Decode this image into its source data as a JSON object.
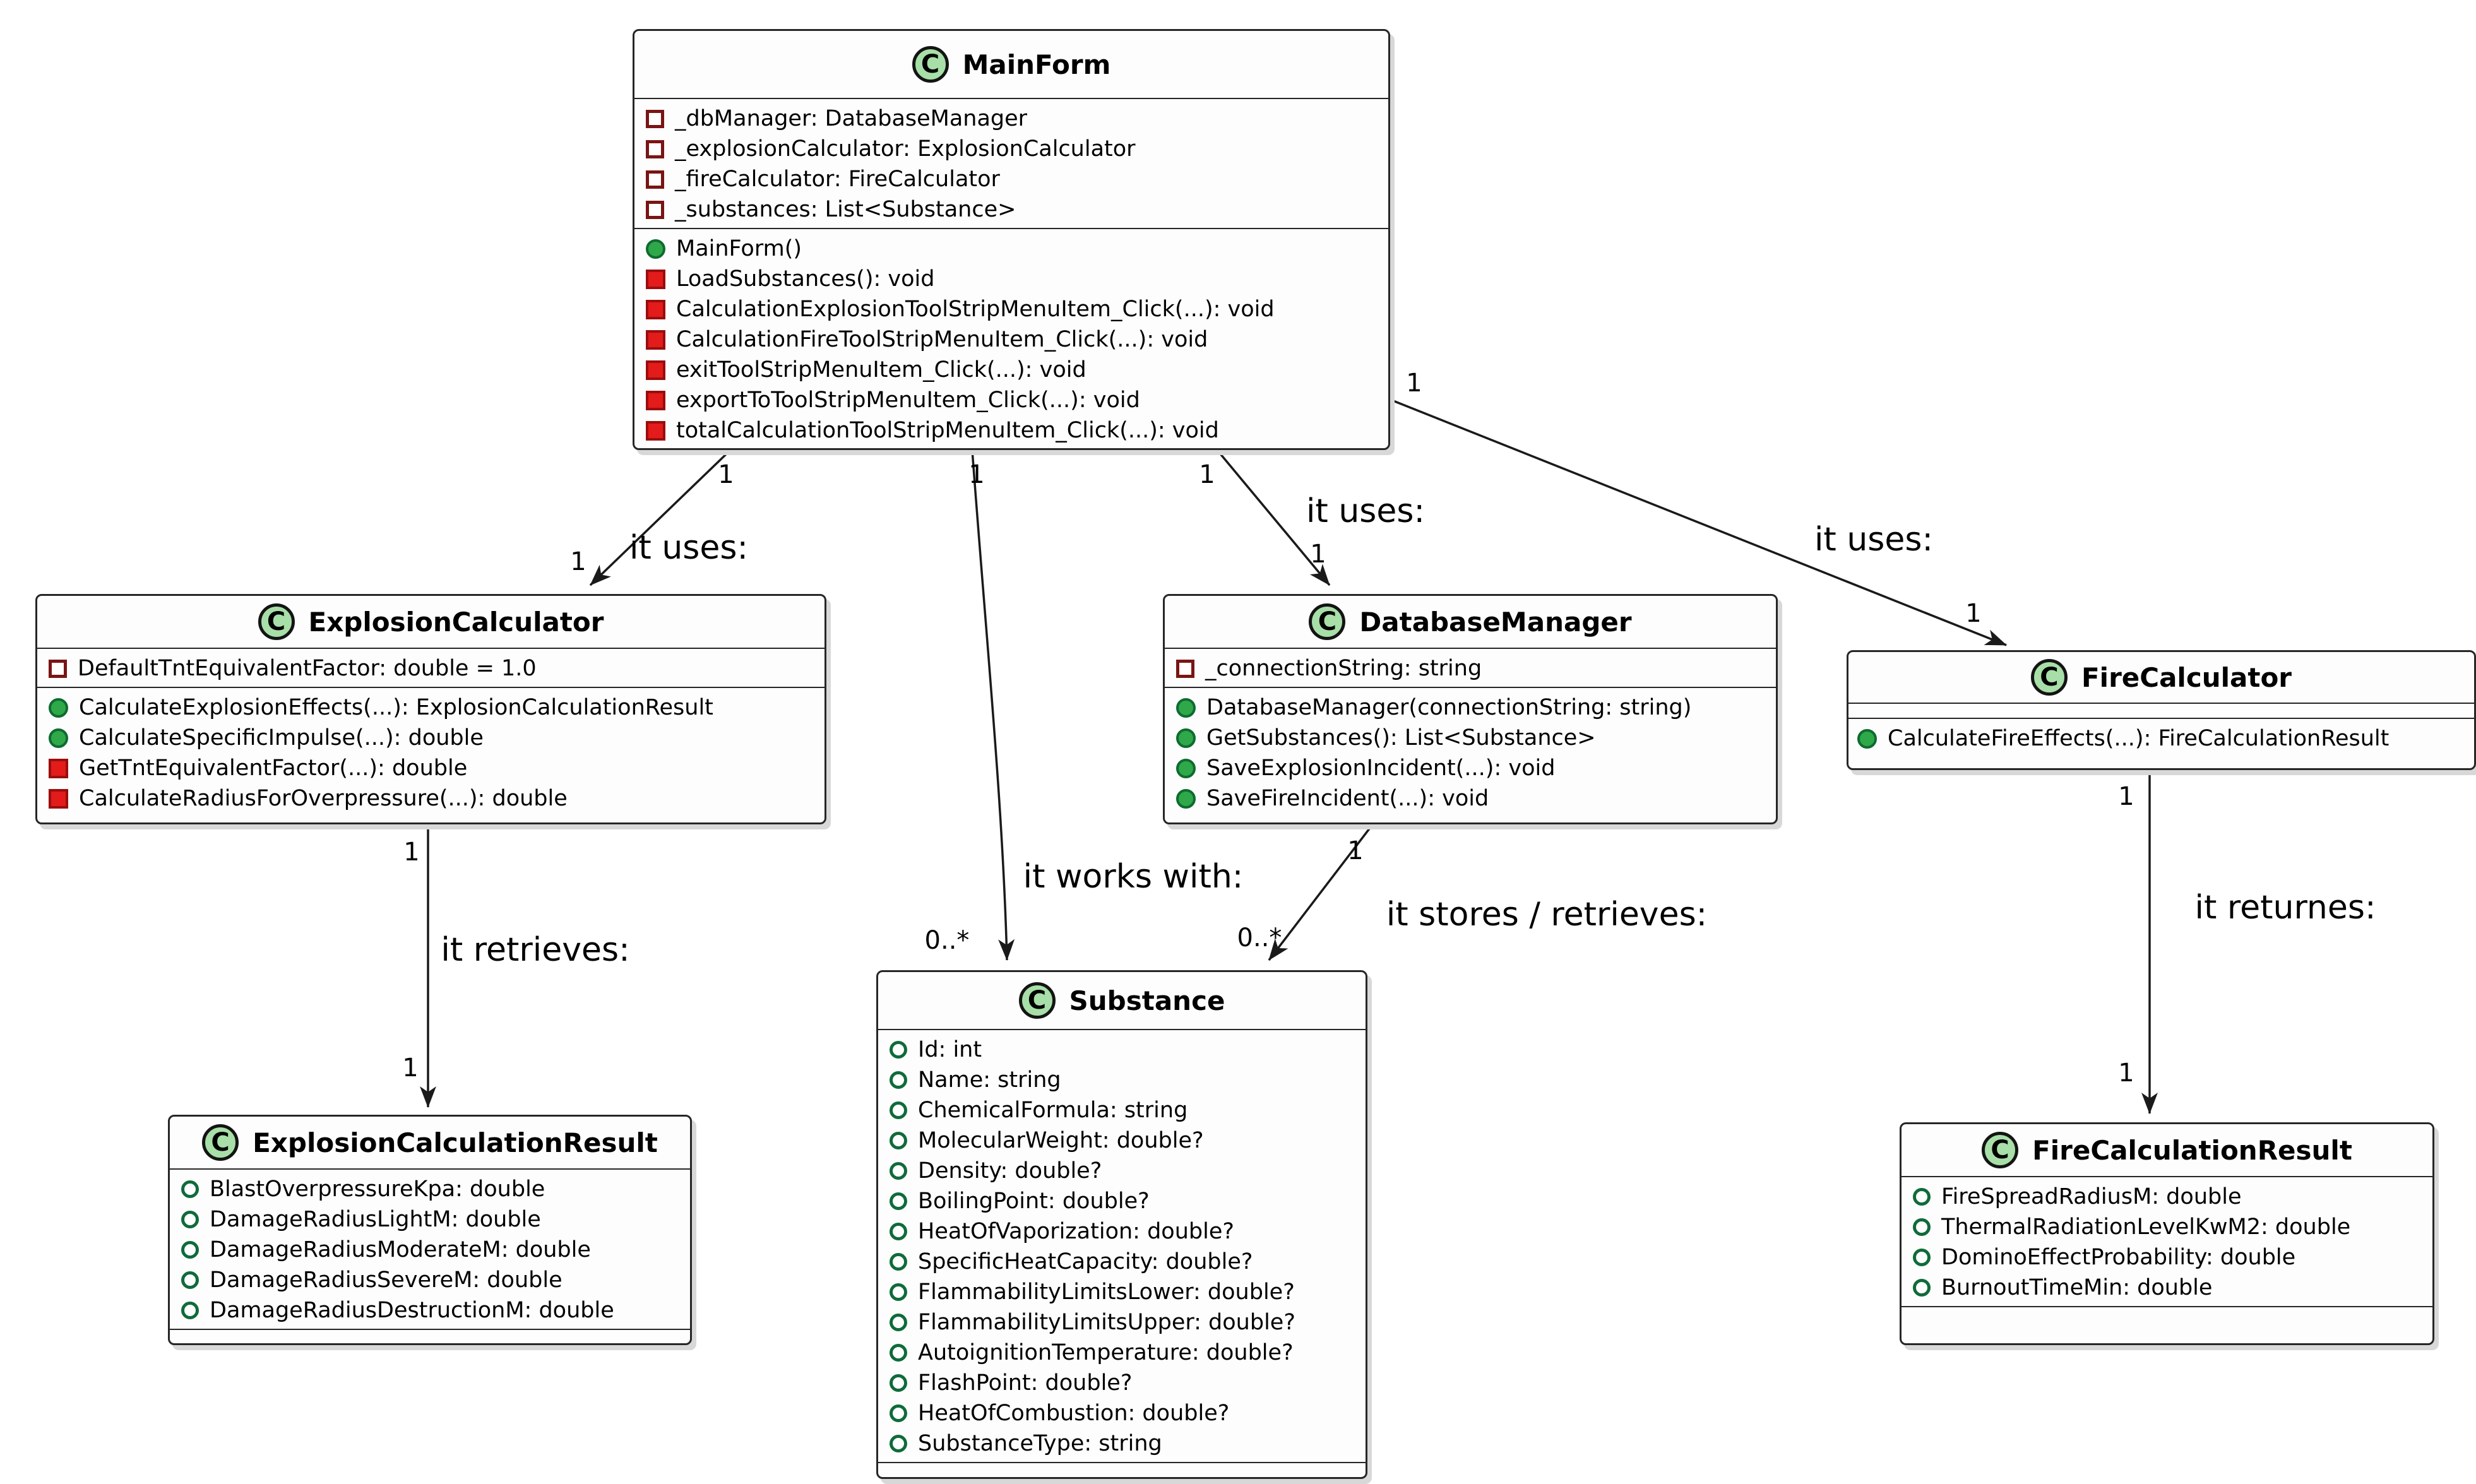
{
  "diagram": {
    "class_icon_letter": "C",
    "classes": [
      {
        "name": "MainForm",
        "fields": [
          {
            "kind": "field",
            "visibility": "private",
            "text": "_dbManager: DatabaseManager"
          },
          {
            "kind": "field",
            "visibility": "private",
            "text": "_explosionCalculator: ExplosionCalculator"
          },
          {
            "kind": "field",
            "visibility": "private",
            "text": "_fireCalculator: FireCalculator"
          },
          {
            "kind": "field",
            "visibility": "private",
            "text": "_substances: List<Substance>"
          }
        ],
        "methods": [
          {
            "kind": "method",
            "visibility": "public",
            "text": "MainForm()"
          },
          {
            "kind": "method",
            "visibility": "private",
            "text": "LoadSubstances(): void"
          },
          {
            "kind": "method",
            "visibility": "private",
            "text": "CalculationExplosionToolStripMenuItem_Click(...): void"
          },
          {
            "kind": "method",
            "visibility": "private",
            "text": "CalculationFireToolStripMenuItem_Click(...): void"
          },
          {
            "kind": "method",
            "visibility": "private",
            "text": "exitToolStripMenuItem_Click(...): void"
          },
          {
            "kind": "method",
            "visibility": "private",
            "text": "exportToToolStripMenuItem_Click(...): void"
          },
          {
            "kind": "method",
            "visibility": "private",
            "text": "totalCalculationToolStripMenuItem_Click(...): void"
          }
        ]
      },
      {
        "name": "ExplosionCalculator",
        "fields": [
          {
            "kind": "field",
            "visibility": "private",
            "text": "DefaultTntEquivalentFactor: double = 1.0"
          }
        ],
        "methods": [
          {
            "kind": "method",
            "visibility": "public",
            "text": "CalculateExplosionEffects(...): ExplosionCalculationResult"
          },
          {
            "kind": "method",
            "visibility": "public",
            "text": "CalculateSpecificImpulse(...): double"
          },
          {
            "kind": "method",
            "visibility": "private",
            "text": "GetTntEquivalentFactor(...): double"
          },
          {
            "kind": "method",
            "visibility": "private",
            "text": "CalculateRadiusForOverpressure(...): double"
          }
        ]
      },
      {
        "name": "DatabaseManager",
        "fields": [
          {
            "kind": "field",
            "visibility": "private",
            "text": "_connectionString: string"
          }
        ],
        "methods": [
          {
            "kind": "method",
            "visibility": "public",
            "text": "DatabaseManager(connectionString: string)"
          },
          {
            "kind": "method",
            "visibility": "public",
            "text": "GetSubstances(): List<Substance>"
          },
          {
            "kind": "method",
            "visibility": "public",
            "text": "SaveExplosionIncident(...): void"
          },
          {
            "kind": "method",
            "visibility": "public",
            "text": "SaveFireIncident(...): void"
          }
        ]
      },
      {
        "name": "FireCalculator",
        "fields": [],
        "methods": [
          {
            "kind": "method",
            "visibility": "public",
            "text": "CalculateFireEffects(...): FireCalculationResult"
          }
        ]
      },
      {
        "name": "ExplosionCalculationResult",
        "fields": [
          {
            "kind": "field",
            "visibility": "public",
            "text": "BlastOverpressureKpa: double"
          },
          {
            "kind": "field",
            "visibility": "public",
            "text": "DamageRadiusLightM: double"
          },
          {
            "kind": "field",
            "visibility": "public",
            "text": "DamageRadiusModerateM: double"
          },
          {
            "kind": "field",
            "visibility": "public",
            "text": "DamageRadiusSevereM: double"
          },
          {
            "kind": "field",
            "visibility": "public",
            "text": "DamageRadiusDestructionM: double"
          }
        ],
        "methods": []
      },
      {
        "name": "Substance",
        "fields": [
          {
            "kind": "field",
            "visibility": "public",
            "text": "Id: int"
          },
          {
            "kind": "field",
            "visibility": "public",
            "text": "Name: string"
          },
          {
            "kind": "field",
            "visibility": "public",
            "text": "ChemicalFormula: string"
          },
          {
            "kind": "field",
            "visibility": "public",
            "text": "MolecularWeight: double?"
          },
          {
            "kind": "field",
            "visibility": "public",
            "text": "Density: double?"
          },
          {
            "kind": "field",
            "visibility": "public",
            "text": "BoilingPoint: double?"
          },
          {
            "kind": "field",
            "visibility": "public",
            "text": "HeatOfVaporization: double?"
          },
          {
            "kind": "field",
            "visibility": "public",
            "text": "SpecificHeatCapacity: double?"
          },
          {
            "kind": "field",
            "visibility": "public",
            "text": "FlammabilityLimitsLower: double?"
          },
          {
            "kind": "field",
            "visibility": "public",
            "text": "FlammabilityLimitsUpper: double?"
          },
          {
            "kind": "field",
            "visibility": "public",
            "text": "AutoignitionTemperature: double?"
          },
          {
            "kind": "field",
            "visibility": "public",
            "text": "FlashPoint: double?"
          },
          {
            "kind": "field",
            "visibility": "public",
            "text": "HeatOfCombustion: double?"
          },
          {
            "kind": "field",
            "visibility": "public",
            "text": "SubstanceType: string"
          }
        ],
        "methods": []
      },
      {
        "name": "FireCalculationResult",
        "fields": [
          {
            "kind": "field",
            "visibility": "public",
            "text": "FireSpreadRadiusM: double"
          },
          {
            "kind": "field",
            "visibility": "public",
            "text": "ThermalRadiationLevelKwM2: double"
          },
          {
            "kind": "field",
            "visibility": "public",
            "text": "DominoEffectProbability: double"
          },
          {
            "kind": "field",
            "visibility": "public",
            "text": "BurnoutTimeMin: double"
          }
        ],
        "methods": []
      }
    ],
    "edges": [
      {
        "id": "mainform-explosioncalculator",
        "label": "it uses:",
        "source_mult": "1",
        "target_mult": "1"
      },
      {
        "id": "mainform-substance",
        "label": "it works with:",
        "source_mult": "1",
        "target_mult": "0..*"
      },
      {
        "id": "mainform-databasemanager",
        "label": "it uses:",
        "source_mult": "1",
        "target_mult": "1"
      },
      {
        "id": "mainform-firecalculator",
        "label": "it uses:",
        "source_mult": "1",
        "target_mult": "1"
      },
      {
        "id": "explosioncalculator-explosioncalculationresult",
        "label": "it retrieves:",
        "source_mult": "1",
        "target_mult": "1"
      },
      {
        "id": "databasemanager-substance",
        "label": "it stores / retrieves:",
        "source_mult": "1",
        "target_mult": "0..*"
      },
      {
        "id": "firecalculator-firecalculationresult",
        "label": "it returnes:",
        "source_mult": "1",
        "target_mult": "1"
      }
    ]
  },
  "colors": {
    "box-fill": "#FDFDFD",
    "box-border": "#262626",
    "class-icon-fill": "#A8DFA8",
    "class-icon-border": "#141414",
    "public-green": "#2FA849",
    "private-red": "#E31B1B",
    "private-field-border": "#7A1414",
    "public-field-border": "#0F6B3A",
    "edge-color": "#1A1A1A"
  }
}
